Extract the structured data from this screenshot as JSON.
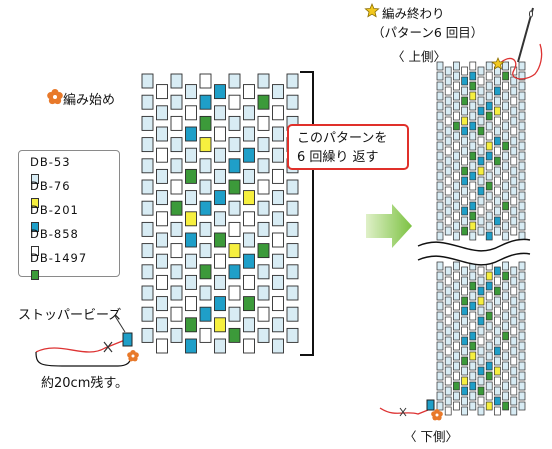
{
  "labels": {
    "start": "編み始め",
    "end_line1": "編み終わり",
    "end_line2": "（パターン6 回目）",
    "top_side": "〈 上側〉",
    "bottom_side": "〈 下側〉",
    "stopper": "ストッパービーズ",
    "leave_length": "約20cm残す。"
  },
  "callout": {
    "line1": "このパターンを",
    "line2": "6 回繰り 返す"
  },
  "legend": [
    {
      "code": "DB-53",
      "color": "#d8ecf4"
    },
    {
      "code": "DB-76",
      "color": "#f6ef3f"
    },
    {
      "code": "DB-201",
      "color": "#1f9fc8"
    },
    {
      "code": "DB-858",
      "color": "#ffffff"
    },
    {
      "code": "DB-1497",
      "color": "#3c9a3a"
    }
  ],
  "colors": {
    "light": "#d8ecf4",
    "yellow": "#f6ef3f",
    "blue": "#1f9fc8",
    "white": "#ffffff",
    "green": "#3c9a3a",
    "accent_red": "#e0302a",
    "arrow_green": "#7cc242",
    "flower_orange": "#e8792a",
    "star_yellow": "#f2c81e"
  },
  "icons": [
    "flower-icon",
    "star-icon",
    "arrow-right-icon",
    "needle-icon",
    "thread-icon",
    "stopper-bead-icon",
    "scissors-icon"
  ]
}
